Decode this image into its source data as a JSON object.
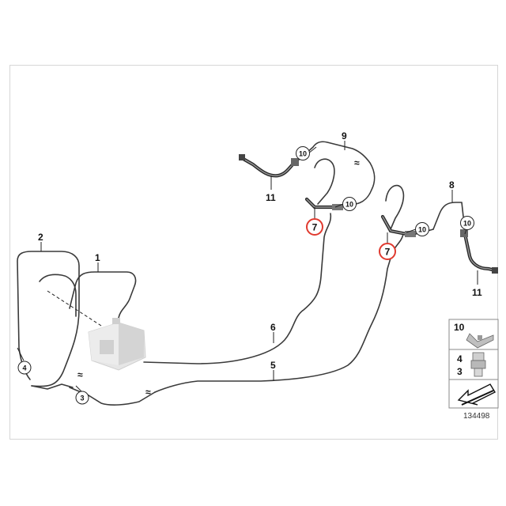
{
  "labels": {
    "l1": "1",
    "l2": "2",
    "l5": "5",
    "l6": "6",
    "l8": "8",
    "l9": "9",
    "l11a": "11",
    "l11b": "11",
    "c3": "3",
    "c4": "4",
    "c10a": "10",
    "c10b": "10",
    "c10c": "10",
    "c10d": "10",
    "r7a": "7",
    "r7b": "7"
  },
  "legend": {
    "item_top": "10",
    "item_mid_a": "4",
    "item_mid_b": "3"
  },
  "reference_number": "134498",
  "colors": {
    "highlight": "#e03a2f",
    "line": "#3a3a3a",
    "frame": "#d6d6d6"
  }
}
